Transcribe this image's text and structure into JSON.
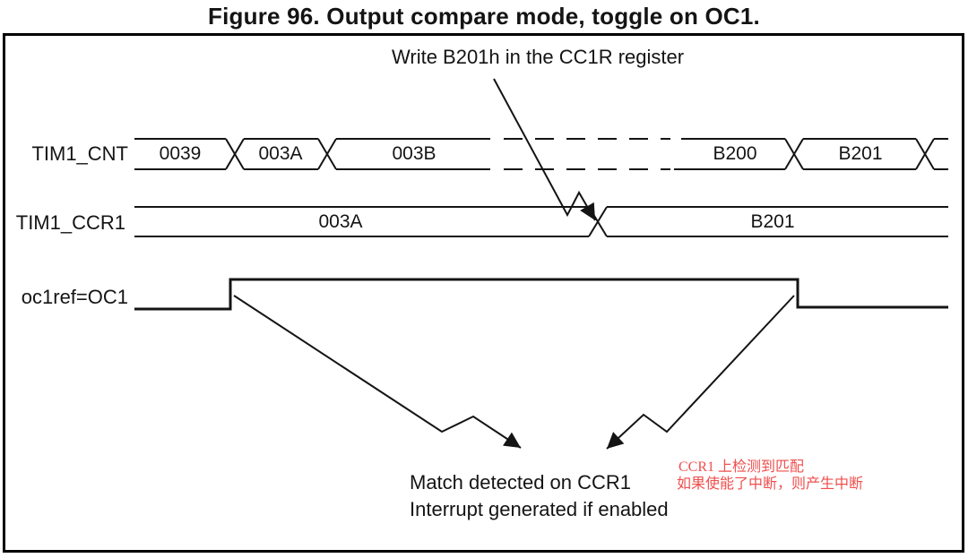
{
  "colors": {
    "background": "#ffffff",
    "line": "#141414",
    "text": "#141414",
    "red_note": "#ef4f4d"
  },
  "figure": {
    "title": "Figure 96. Output compare mode, toggle on OC1."
  },
  "annotations": {
    "write_note": "Write B201h in the CC1R register",
    "match_line1": "Match detected on CCR1",
    "match_line2": "Interrupt generated if enabled",
    "cn_line1": "CCR1 上检测到匹配",
    "cn_line2": "如果使能了中断，则产生中断"
  },
  "signals": {
    "cnt": {
      "label": "TIM1_CNT",
      "values": [
        "0039",
        "003A",
        "003B",
        "B200",
        "B201"
      ]
    },
    "ccr1": {
      "label": "TIM1_CCR1",
      "values": [
        "003A",
        "B201"
      ]
    },
    "oc1ref": {
      "label": "oc1ref=OC1",
      "states": [
        "low",
        "high",
        "low"
      ]
    }
  }
}
